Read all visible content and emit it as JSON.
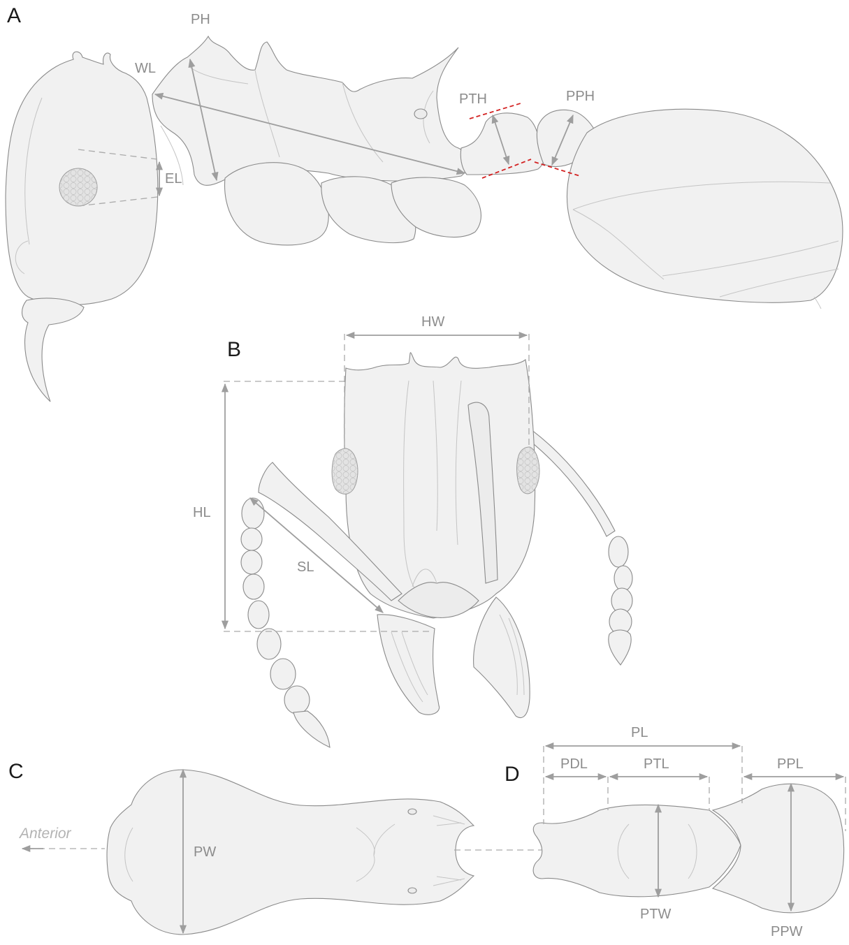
{
  "figure": {
    "panels": [
      "A",
      "B",
      "C",
      "D"
    ],
    "panel_a_labels": {
      "wl": "WL",
      "ph": "PH",
      "el": "EL",
      "pth": "PTH",
      "pph": "PPH"
    },
    "panel_b_labels": {
      "hw": "HW",
      "hl": "HL",
      "sl": "SL"
    },
    "panel_c_labels": {
      "pw": "PW",
      "anterior": "Anterior"
    },
    "panel_d_labels": {
      "pl": "PL",
      "pdl": "PDL",
      "ptl": "PTL",
      "ppl": "PPL",
      "ptw": "PTW",
      "ppw": "PPW"
    },
    "colors": {
      "outline": "#8a8a8a",
      "fill": "#f1f1f1",
      "measure": "#9e9e9e",
      "label": "#8c8c8c",
      "red_dash": "#d32222"
    }
  }
}
